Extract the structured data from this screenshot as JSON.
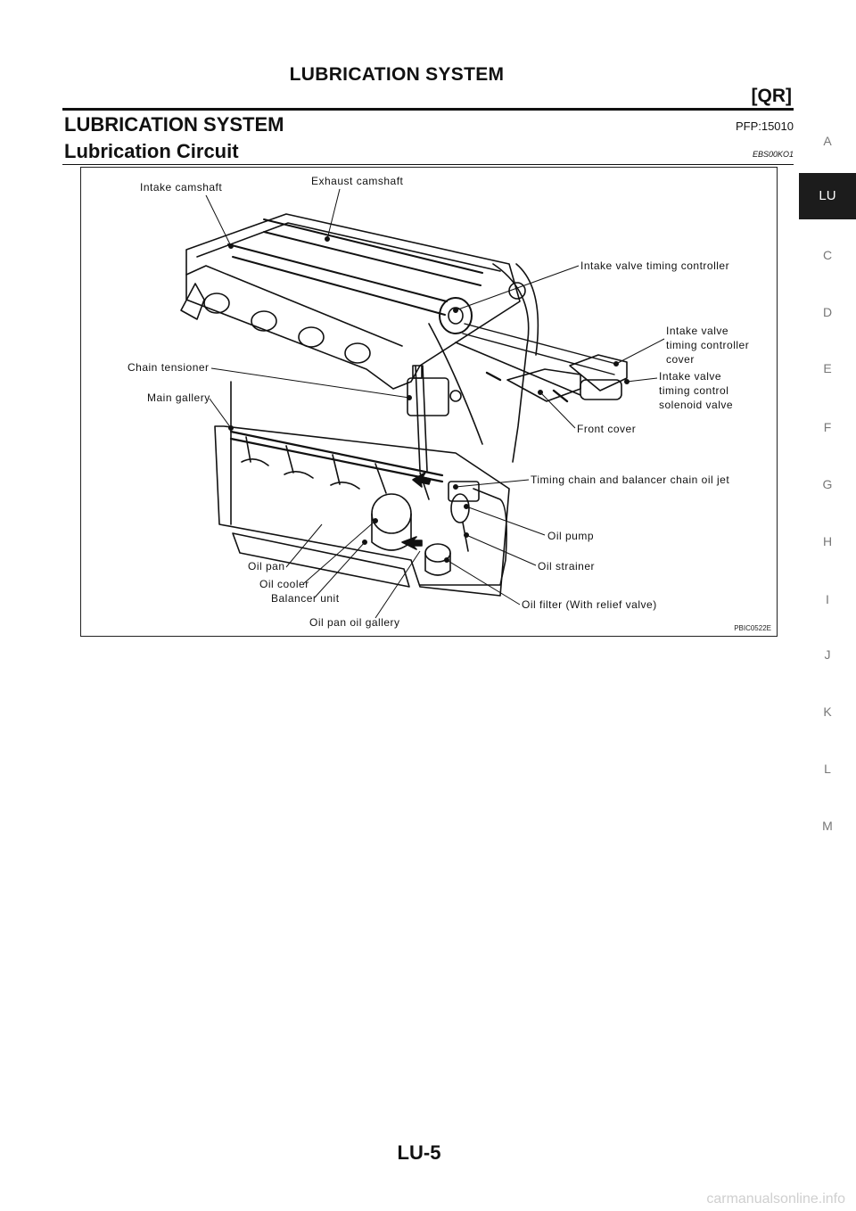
{
  "header": {
    "running_title": "LUBRICATION SYSTEM",
    "variant": "[QR]"
  },
  "section": {
    "title": "LUBRICATION SYSTEM",
    "pfp_code": "PFP:15010",
    "subtitle": "Lubrication Circuit",
    "ref_code": "EBS00KO1"
  },
  "figure": {
    "code": "PBIC0522E",
    "labels": {
      "intake_camshaft": "Intake camshaft",
      "exhaust_camshaft": "Exhaust camshaft",
      "ivt_controller": "Intake valve timing controller",
      "ivt_cover_1": "Intake valve",
      "ivt_cover_2": "timing controller",
      "ivt_cover_3": "cover",
      "chain_tensioner": "Chain tensioner",
      "ivt_solenoid_1": "Intake valve",
      "ivt_solenoid_2": "timing control",
      "ivt_solenoid_3": "solenoid valve",
      "main_gallery": "Main gallery",
      "front_cover": "Front cover",
      "timing_chain_jet": "Timing chain and balancer chain oil jet",
      "oil_pump": "Oil pump",
      "oil_strainer": "Oil strainer",
      "oil_pan": "Oil pan",
      "oil_cooler": "Oil cooler",
      "balancer_unit": "Balancer unit",
      "oil_filter": "Oil filter (With relief valve)",
      "oil_pan_gallery": "Oil pan oil gallery"
    }
  },
  "side_tabs": [
    "A",
    "LU",
    "C",
    "D",
    "E",
    "F",
    "G",
    "H",
    "I",
    "J",
    "K",
    "L",
    "M"
  ],
  "active_tab": "LU",
  "footer": {
    "page_number": "LU-5",
    "watermark": "carmanualsonline.info"
  }
}
